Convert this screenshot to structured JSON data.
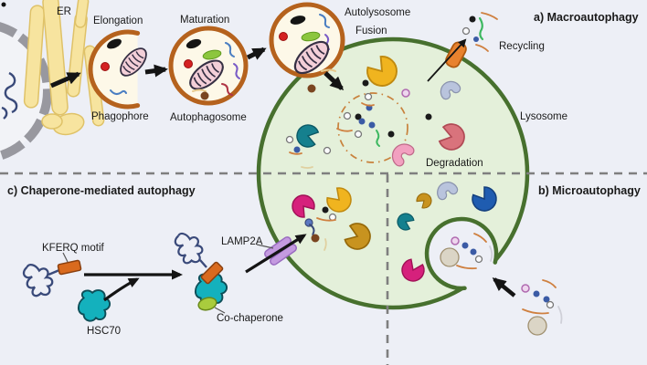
{
  "panels": {
    "macroautophagy": {
      "title": "a) Macroautophagy"
    },
    "microautophagy": {
      "title": "b) Microautophagy"
    },
    "cma": {
      "title": "c) Chaperone-mediated autophagy"
    }
  },
  "labels": {
    "er": "ER",
    "elongation": "Elongation",
    "phagophore": "Phagophore",
    "maturation": "Maturation",
    "autophagosome": "Autophagosome",
    "autolysosome": "Autolysosome",
    "fusion": "Fusion",
    "recycling": "Recycling",
    "lysosome": "Lysosome",
    "degradation": "Degradation",
    "kferq_motif": "KFERQ motif",
    "hsc70": "HSC70",
    "co_chaperone": "Co-chaperone",
    "lamp2a": "LAMP2A"
  },
  "colors": {
    "background": "#edeff6",
    "lysosome_fill": "#e4f0da",
    "lysosome_membrane": "#47702e",
    "vesicle_fill": "#fdf8e8",
    "vesicle_membrane": "#b5621d",
    "mitochondria_fill": "#f3cfd8",
    "er_fill": "#f7e49f",
    "recycling_transporter": "#e8822e",
    "lamp2a_transporter": "#c49ae0",
    "kferq_motif": "#d96a1e",
    "hsc70": "#14b1bd",
    "co_chaperone": "#a9cc3d",
    "degradation_ring": "#c8813c"
  }
}
